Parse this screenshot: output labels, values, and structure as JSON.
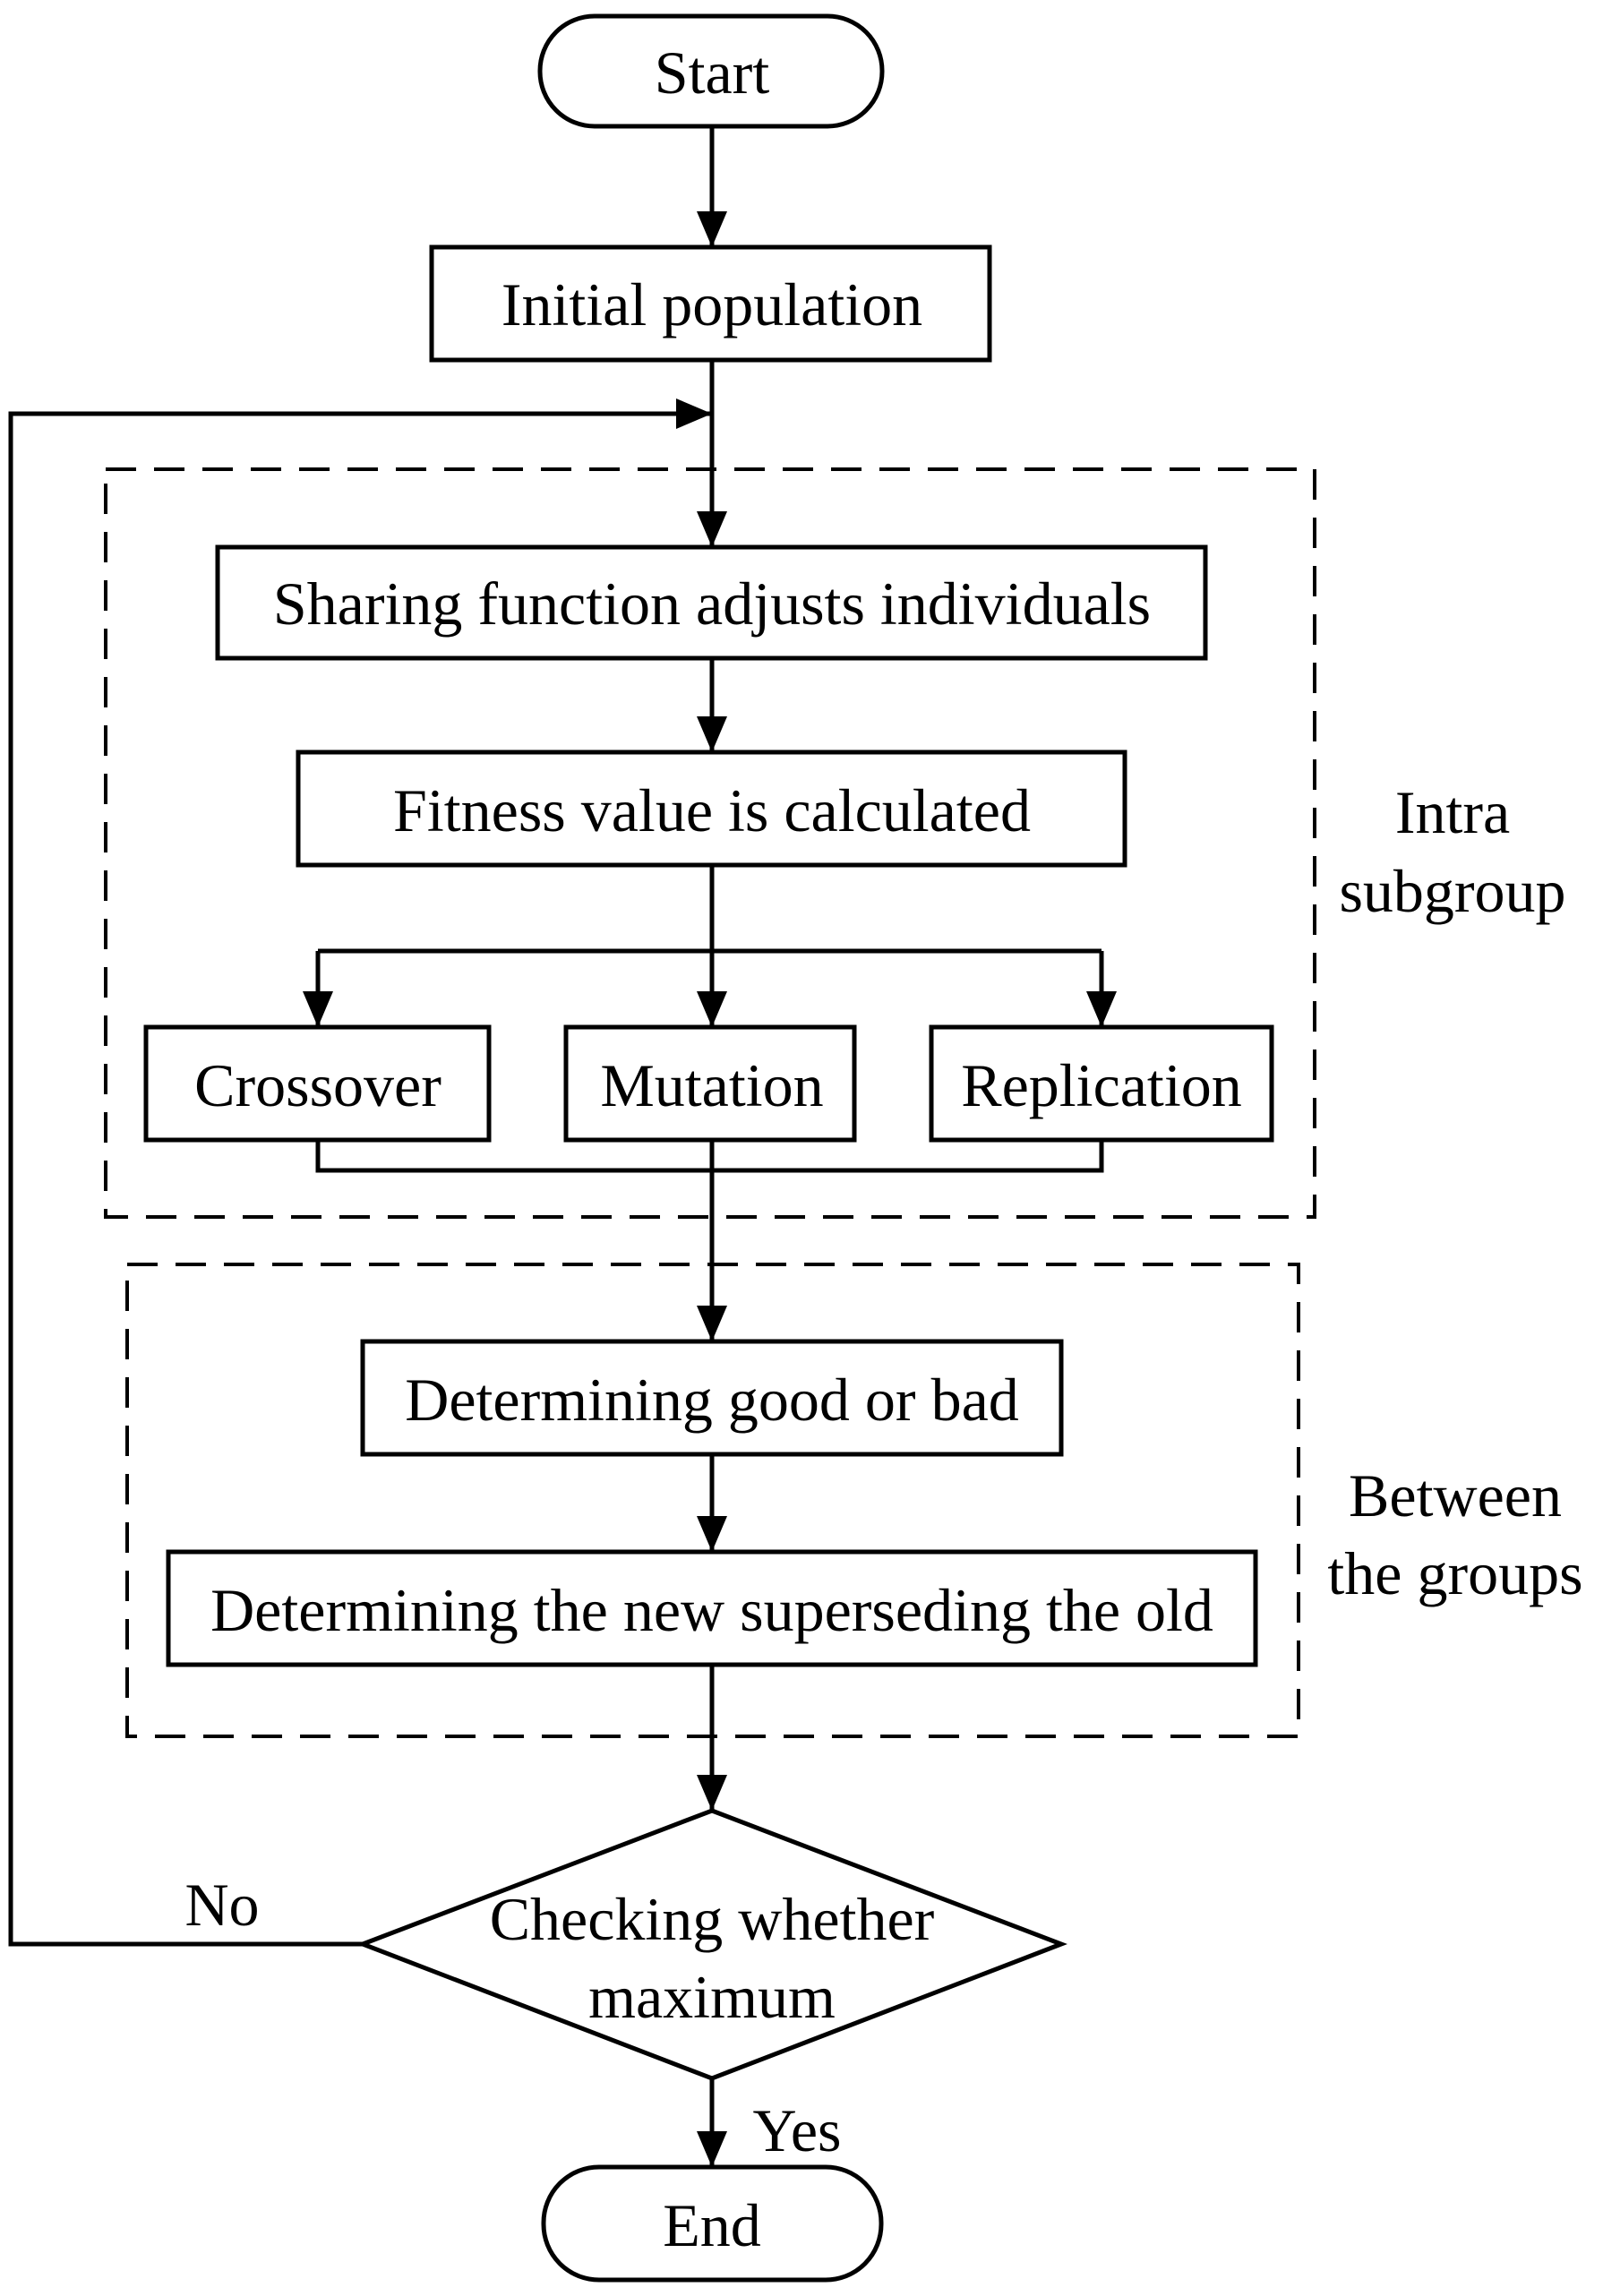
{
  "nodes": {
    "start": "Start",
    "initial_population": "Initial population",
    "sharing_function": "Sharing function adjusts individuals",
    "fitness": "Fitness value is calculated",
    "crossover": "Crossover",
    "mutation": "Mutation",
    "replication": "Replication",
    "determining_good_bad": "Determining good or bad",
    "determining_new_old": "Determining the new superseding the old",
    "decision_line1": "Checking whether",
    "decision_line2": "maximum",
    "end": "End"
  },
  "edge_labels": {
    "no": "No",
    "yes": "Yes"
  },
  "groups": {
    "intra_line1": "Intra",
    "intra_line2": "subgroup",
    "between_line1": "Between",
    "between_line2": "the groups"
  },
  "colors": {
    "stroke": "#000000",
    "background": "#ffffff"
  }
}
